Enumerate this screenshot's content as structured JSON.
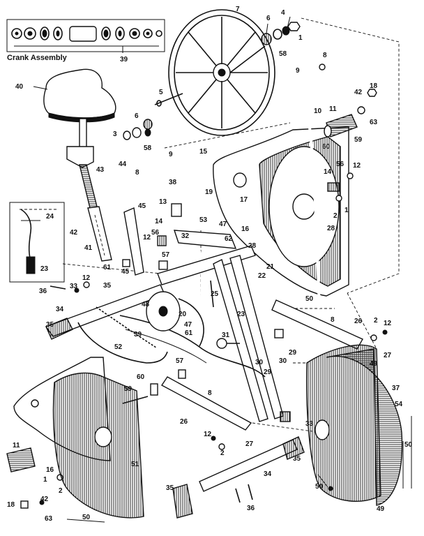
{
  "inset_crank_title": "Crank Assembly",
  "callouts": [
    {
      "id": "c7",
      "text": "7"
    },
    {
      "id": "c6a",
      "text": "6"
    },
    {
      "id": "c4",
      "text": "4"
    },
    {
      "id": "c1a",
      "text": "1"
    },
    {
      "id": "c58a",
      "text": "58"
    },
    {
      "id": "c39a",
      "text": "39"
    },
    {
      "id": "c40",
      "text": "40"
    },
    {
      "id": "c5",
      "text": "5"
    },
    {
      "id": "c6b",
      "text": "6"
    },
    {
      "id": "c3",
      "text": "3"
    },
    {
      "id": "c58b",
      "text": "58"
    },
    {
      "id": "c8a",
      "text": "8"
    },
    {
      "id": "c9a",
      "text": "9"
    },
    {
      "id": "c18a",
      "text": "18"
    },
    {
      "id": "c42a",
      "text": "42"
    },
    {
      "id": "c63a",
      "text": "63"
    },
    {
      "id": "c10",
      "text": "10"
    },
    {
      "id": "c11a",
      "text": "11"
    },
    {
      "id": "c60a",
      "text": "60"
    },
    {
      "id": "c59a",
      "text": "59"
    },
    {
      "id": "c15",
      "text": "15"
    },
    {
      "id": "c9b",
      "text": "9"
    },
    {
      "id": "c44",
      "text": "44"
    },
    {
      "id": "c43",
      "text": "43"
    },
    {
      "id": "c8b",
      "text": "8"
    },
    {
      "id": "c38",
      "text": "38"
    },
    {
      "id": "c19",
      "text": "19"
    },
    {
      "id": "c17",
      "text": "17"
    },
    {
      "id": "c14a",
      "text": "14"
    },
    {
      "id": "c56a",
      "text": "56"
    },
    {
      "id": "c12a",
      "text": "12"
    },
    {
      "id": "c2a",
      "text": "2"
    },
    {
      "id": "c1b",
      "text": "1"
    },
    {
      "id": "c24",
      "text": "24"
    },
    {
      "id": "c23a",
      "text": "23"
    },
    {
      "id": "c42b",
      "text": "42"
    },
    {
      "id": "c41",
      "text": "41"
    },
    {
      "id": "c45a",
      "text": "45"
    },
    {
      "id": "c13",
      "text": "13"
    },
    {
      "id": "c14b",
      "text": "14"
    },
    {
      "id": "c53",
      "text": "53"
    },
    {
      "id": "c47a",
      "text": "47"
    },
    {
      "id": "c62",
      "text": "62"
    },
    {
      "id": "c16a",
      "text": "16"
    },
    {
      "id": "c28a",
      "text": "28"
    },
    {
      "id": "c28b",
      "text": "28"
    },
    {
      "id": "c32",
      "text": "32"
    },
    {
      "id": "c12b",
      "text": "12"
    },
    {
      "id": "c56b",
      "text": "56"
    },
    {
      "id": "c57a",
      "text": "57"
    },
    {
      "id": "c61a",
      "text": "61"
    },
    {
      "id": "c45b",
      "text": "45"
    },
    {
      "id": "c21",
      "text": "21"
    },
    {
      "id": "c22",
      "text": "22"
    },
    {
      "id": "c36a",
      "text": "36"
    },
    {
      "id": "c33a",
      "text": "33"
    },
    {
      "id": "c12c",
      "text": "12"
    },
    {
      "id": "c35a",
      "text": "35"
    },
    {
      "id": "c34a",
      "text": "34"
    },
    {
      "id": "c25",
      "text": "25"
    },
    {
      "id": "c23b",
      "text": "23"
    },
    {
      "id": "c48",
      "text": "48"
    },
    {
      "id": "c20",
      "text": "20"
    },
    {
      "id": "c47b",
      "text": "47"
    },
    {
      "id": "c39b",
      "text": "39"
    },
    {
      "id": "c35b",
      "text": "35"
    },
    {
      "id": "c31",
      "text": "31"
    },
    {
      "id": "c50a",
      "text": "50"
    },
    {
      "id": "c8c",
      "text": "8"
    },
    {
      "id": "c26a",
      "text": "26"
    },
    {
      "id": "c2b",
      "text": "2"
    },
    {
      "id": "c12d",
      "text": "12"
    },
    {
      "id": "c27a",
      "text": "27"
    },
    {
      "id": "c49a",
      "text": "49"
    },
    {
      "id": "c52",
      "text": "52"
    },
    {
      "id": "c61b",
      "text": "61"
    },
    {
      "id": "c30a",
      "text": "30"
    },
    {
      "id": "c29a",
      "text": "29"
    },
    {
      "id": "c30b",
      "text": "30"
    },
    {
      "id": "c29b",
      "text": "29"
    },
    {
      "id": "c57b",
      "text": "57"
    },
    {
      "id": "c60b",
      "text": "60"
    },
    {
      "id": "c59b",
      "text": "59"
    },
    {
      "id": "c8d",
      "text": "8"
    },
    {
      "id": "c37",
      "text": "37"
    },
    {
      "id": "c54",
      "text": "54"
    },
    {
      "id": "c26b",
      "text": "26"
    },
    {
      "id": "c12e",
      "text": "12"
    },
    {
      "id": "c33b",
      "text": "33"
    },
    {
      "id": "c27b",
      "text": "27"
    },
    {
      "id": "c2c",
      "text": "2"
    },
    {
      "id": "c35c",
      "text": "35"
    },
    {
      "id": "c11b",
      "text": "11"
    },
    {
      "id": "c16b",
      "text": "16"
    },
    {
      "id": "c1c",
      "text": "1"
    },
    {
      "id": "c2d",
      "text": "2"
    },
    {
      "id": "c51",
      "text": "51"
    },
    {
      "id": "c34b",
      "text": "34"
    },
    {
      "id": "c50b",
      "text": "50"
    },
    {
      "id": "c50c",
      "text": "50"
    },
    {
      "id": "c18b",
      "text": "18"
    },
    {
      "id": "c42c",
      "text": "42"
    },
    {
      "id": "c63b",
      "text": "63"
    },
    {
      "id": "c50d",
      "text": "50"
    },
    {
      "id": "c35d",
      "text": "35"
    },
    {
      "id": "c36b",
      "text": "36"
    },
    {
      "id": "c49b",
      "text": "49"
    }
  ]
}
